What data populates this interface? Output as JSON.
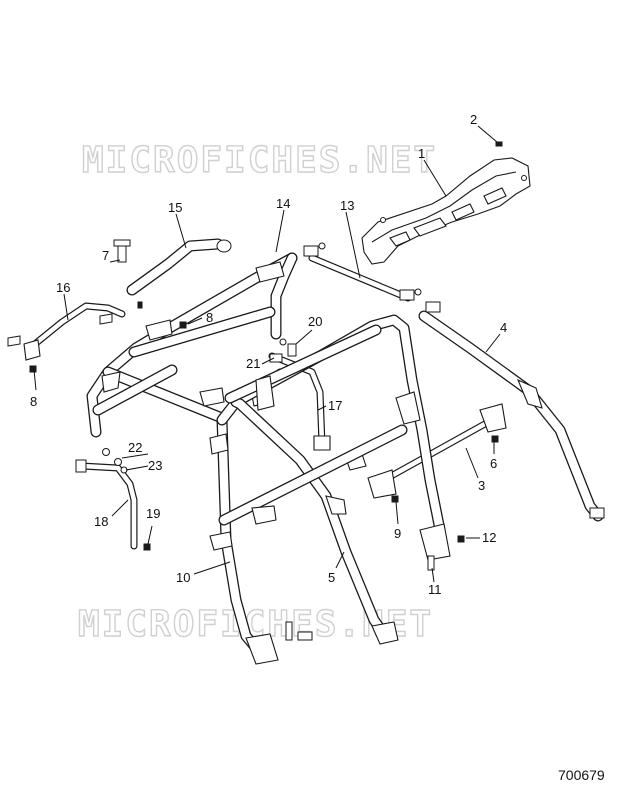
{
  "watermark": "MICROFICHES.NET",
  "figure_id": "700679",
  "callouts": [
    "1",
    "2",
    "3",
    "4",
    "5",
    "6",
    "7",
    "8",
    "8",
    "9",
    "10",
    "11",
    "12",
    "13",
    "14",
    "15",
    "16",
    "17",
    "18",
    "19",
    "20",
    "21",
    "22",
    "23"
  ]
}
